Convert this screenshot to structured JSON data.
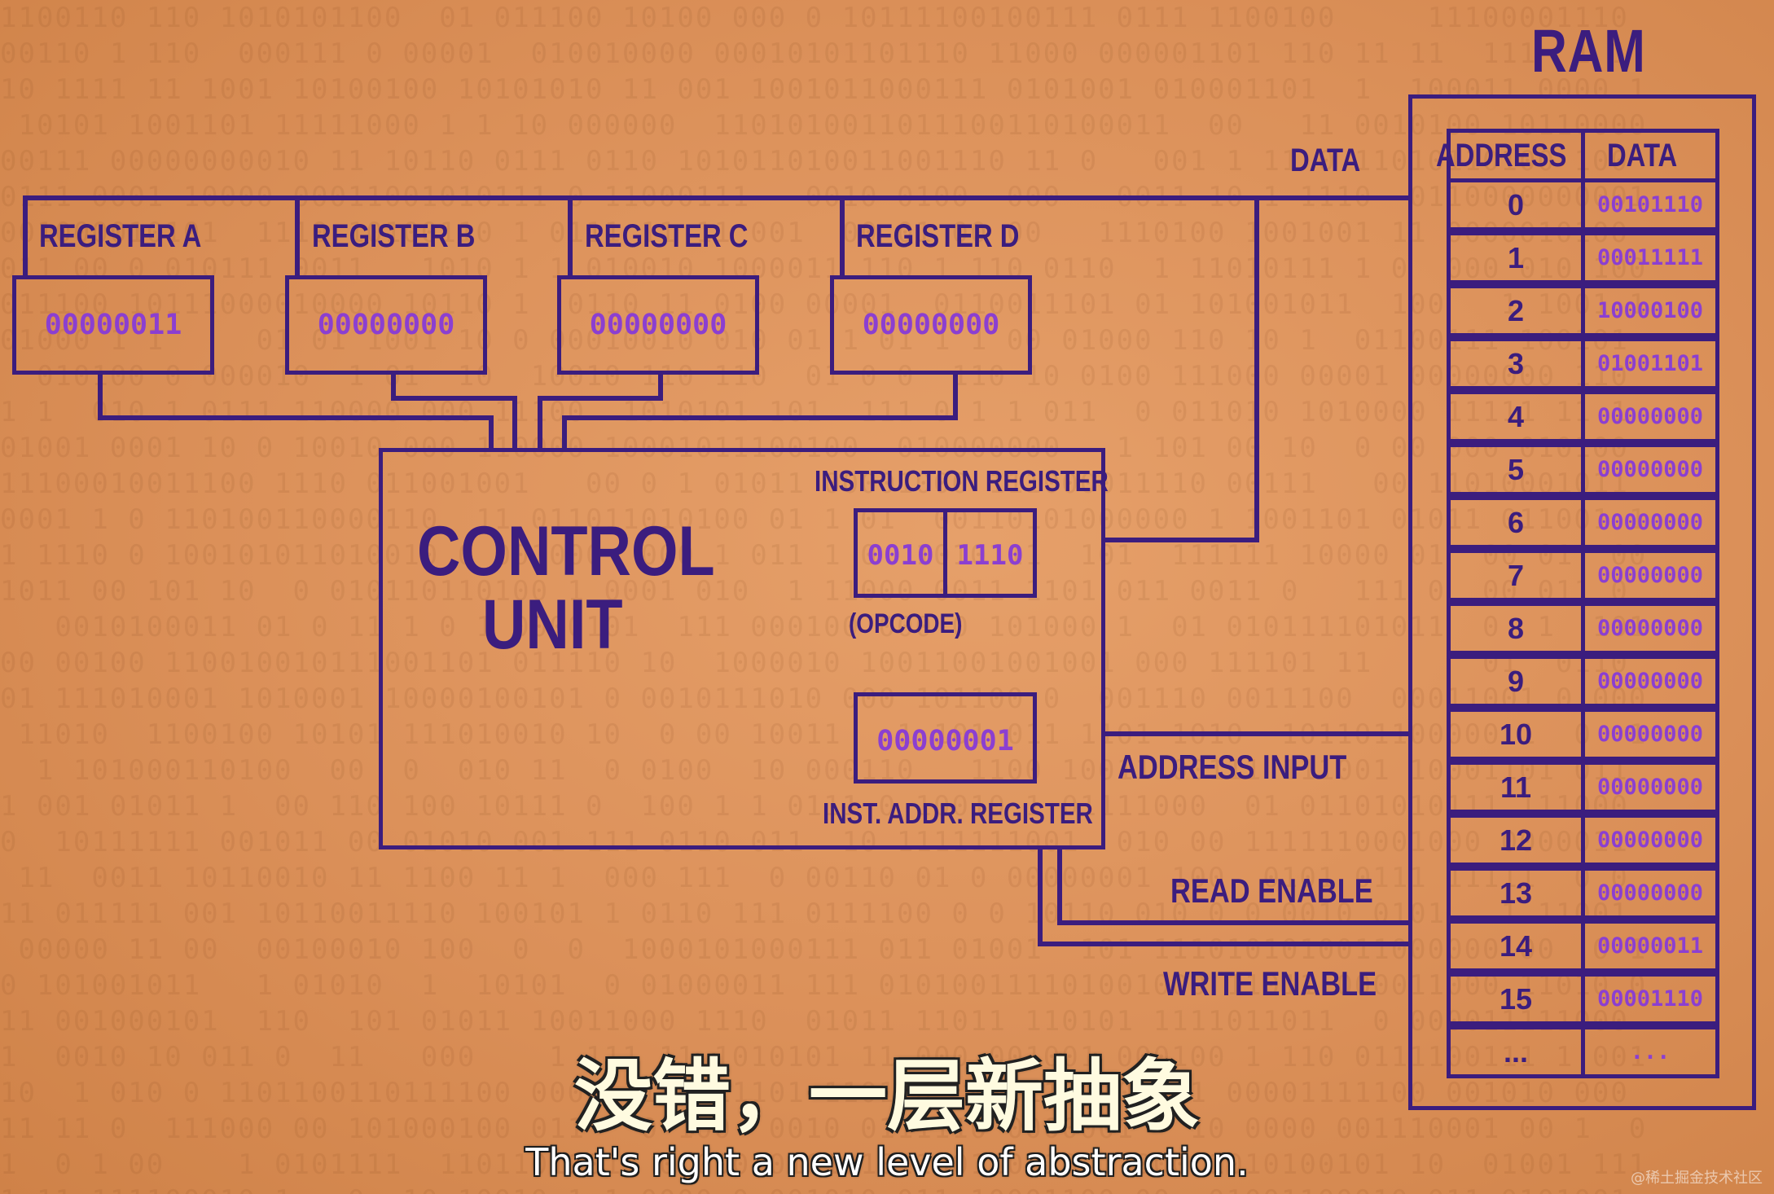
{
  "diagram": {
    "ram_title": "RAM",
    "data_bus_label": "DATA",
    "registers": [
      {
        "name": "REGISTER A",
        "value": "00000011"
      },
      {
        "name": "REGISTER B",
        "value": "00000000"
      },
      {
        "name": "REGISTER C",
        "value": "00000000"
      },
      {
        "name": "REGISTER D",
        "value": "00000000"
      }
    ],
    "control_unit": {
      "title_line1": "CONTROL",
      "title_line2": "UNIT",
      "instruction_register_label": "INSTRUCTION REGISTER",
      "opcode": "0010",
      "operand": "1110",
      "opcode_label": "(OPCODE)",
      "inst_addr_value": "00000001",
      "inst_addr_label": "INST. ADDR. REGISTER"
    },
    "signals": {
      "address_input": "ADDRESS INPUT",
      "read_enable": "READ ENABLE",
      "write_enable": "WRITE ENABLE"
    },
    "ram": {
      "headers": [
        "ADDRESS",
        "DATA"
      ],
      "rows": [
        {
          "address": "0",
          "data": "00101110"
        },
        {
          "address": "1",
          "data": "00011111"
        },
        {
          "address": "2",
          "data": "10000100"
        },
        {
          "address": "3",
          "data": "01001101"
        },
        {
          "address": "4",
          "data": "00000000"
        },
        {
          "address": "5",
          "data": "00000000"
        },
        {
          "address": "6",
          "data": "00000000"
        },
        {
          "address": "7",
          "data": "00000000"
        },
        {
          "address": "8",
          "data": "00000000"
        },
        {
          "address": "9",
          "data": "00000000"
        },
        {
          "address": "10",
          "data": "00000000"
        },
        {
          "address": "11",
          "data": "00000000"
        },
        {
          "address": "12",
          "data": "00000000"
        },
        {
          "address": "13",
          "data": "00000000"
        },
        {
          "address": "14",
          "data": "00000011"
        },
        {
          "address": "15",
          "data": "00001110"
        },
        {
          "address": "...",
          "data": "..."
        }
      ]
    }
  },
  "subtitles": {
    "chinese": "没错，一层新抽象",
    "english": "That's right a new level of abstraction."
  },
  "watermark": "@稀土掘金技术社区",
  "colors": {
    "background": "#db9059",
    "line": "#3b1d7e",
    "value": "#8b3fd1"
  }
}
